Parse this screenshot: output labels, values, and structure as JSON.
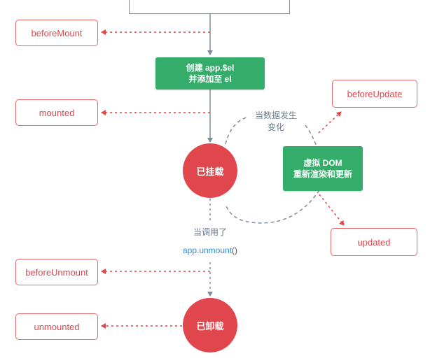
{
  "nodes": {
    "before_mount": "beforeMount",
    "mounted": "mounted",
    "before_update": "beforeUpdate",
    "updated": "updated",
    "before_unmount": "beforeUnmount",
    "unmounted": "unmounted"
  },
  "actions": {
    "create_el_line1": "创建 app.$el",
    "create_el_line2": "并添加至 el",
    "virtual_dom_line1": "虚拟 DOM",
    "virtual_dom_line2": "重新渲染和更新"
  },
  "states": {
    "mounted_state": "已挂载",
    "unmounted_state": "已卸载"
  },
  "notes": {
    "data_change_line1": "当数据发生",
    "data_change_line2": "变化",
    "unmount_call_line1": "当调用了",
    "unmount_call_prefix": "app.",
    "unmount_call_method": "unmount",
    "unmount_call_suffix": "()"
  },
  "colors": {
    "hook_border": "#e36a6a",
    "hook_text": "#e0474c",
    "action_green": "#35ad6a",
    "state_red": "#e0474c",
    "connector_gray": "#808d9c",
    "dotted_red": "#e0474c"
  }
}
